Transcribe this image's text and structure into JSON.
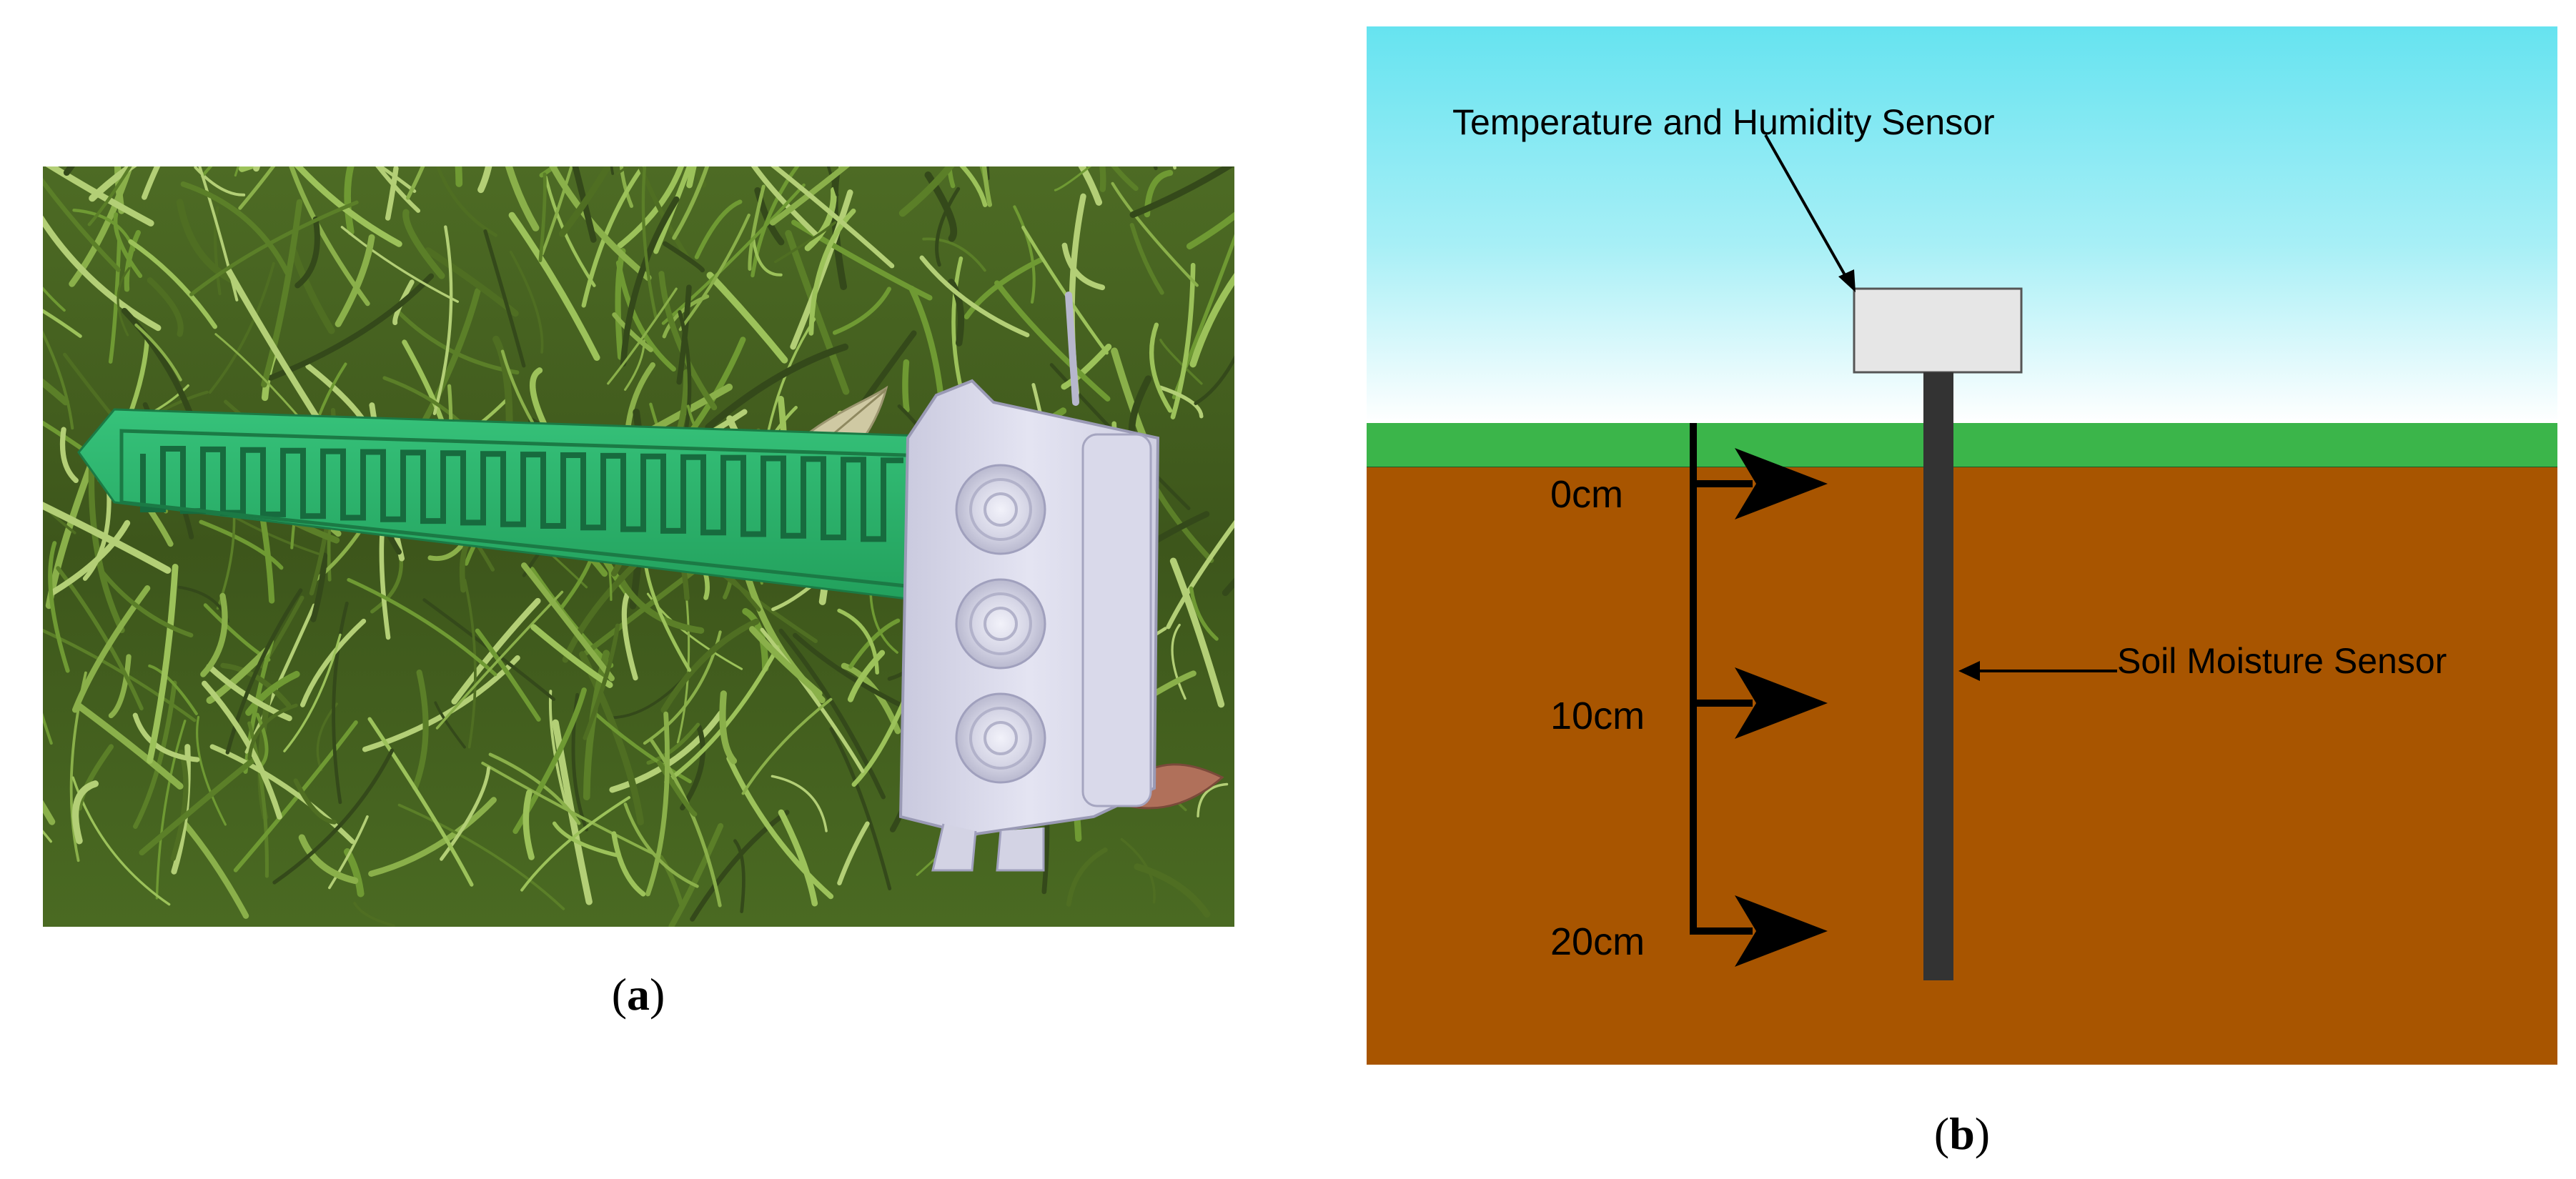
{
  "figure": {
    "panel_a": {
      "caption_open": "(",
      "caption_letter": "a",
      "caption_close": ")",
      "photo_subject": "soil-moisture-sensor-on-grass",
      "colors": {
        "grass_dark": "#3f5a1f",
        "grass_light": "#8ab04a",
        "pcb_green": "#2fb86f",
        "enclosure": "#dcdcec",
        "leaf": "#cfc9a3"
      }
    },
    "panel_b": {
      "caption_open": "(",
      "caption_letter": "b",
      "caption_close": ")",
      "labels": {
        "temp_humidity": "Temperature and Humidity Sensor",
        "soil_moisture": "Soil Moisture Sensor"
      },
      "depths": [
        "0cm",
        "10cm",
        "20cm"
      ],
      "colors": {
        "sky_top": "#66e3f0",
        "sky_bottom": "#ffffff",
        "grass": "#3bb54a",
        "soil": "#a85500",
        "sensor_box": "#e6e6e6",
        "pole": "#333333",
        "ink": "#000000"
      }
    }
  }
}
